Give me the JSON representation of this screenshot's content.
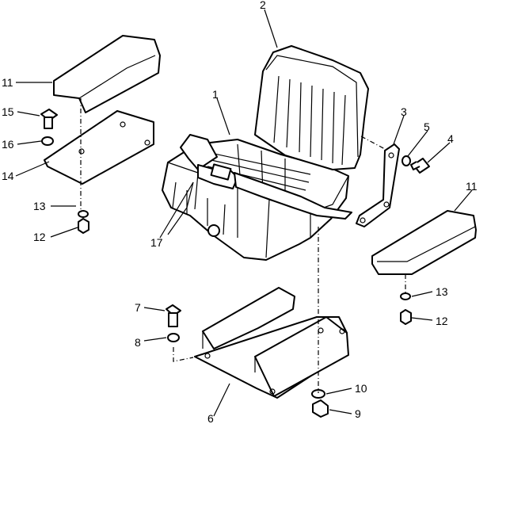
{
  "diagram": {
    "callouts": [
      {
        "id": "c2",
        "label": "2"
      },
      {
        "id": "c1",
        "label": "1"
      },
      {
        "id": "c3",
        "label": "3"
      },
      {
        "id": "c5",
        "label": "5"
      },
      {
        "id": "c4",
        "label": "4"
      },
      {
        "id": "c11a",
        "label": "11"
      },
      {
        "id": "c11b",
        "label": "11"
      },
      {
        "id": "c15",
        "label": "15"
      },
      {
        "id": "c16",
        "label": "16"
      },
      {
        "id": "c14",
        "label": "14"
      },
      {
        "id": "c13a",
        "label": "13"
      },
      {
        "id": "c12a",
        "label": "12"
      },
      {
        "id": "c17",
        "label": "17"
      },
      {
        "id": "c13b",
        "label": "13"
      },
      {
        "id": "c12b",
        "label": "12"
      },
      {
        "id": "c7",
        "label": "7"
      },
      {
        "id": "c8",
        "label": "8"
      },
      {
        "id": "c6",
        "label": "6"
      },
      {
        "id": "c10",
        "label": "10"
      },
      {
        "id": "c9",
        "label": "9"
      }
    ]
  }
}
